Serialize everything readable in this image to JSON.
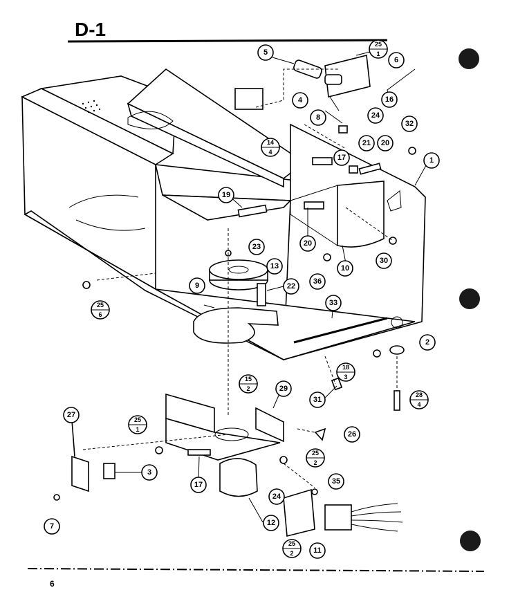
{
  "header": {
    "title": "D-1"
  },
  "footer": {
    "page_number": "6"
  },
  "callouts": {
    "c1": "1",
    "c2": "2",
    "c3": "3",
    "c4": "4",
    "c5": "5",
    "c6": "6",
    "c7": "7",
    "c8": "8",
    "c9": "9",
    "c10": "10",
    "c11": "11",
    "c12": "12",
    "c13": "13",
    "c16": "16",
    "c17a": "17",
    "c17b": "17",
    "c19": "19",
    "c20a": "20",
    "c20b": "20",
    "c21": "21",
    "c22": "22",
    "c23": "23",
    "c24a": "24",
    "c24b": "24",
    "c26": "26",
    "c27": "27",
    "c29": "29",
    "c30": "30",
    "c31": "31",
    "c32": "32",
    "c33": "33",
    "c35": "35",
    "c36": "36"
  },
  "fractions": {
    "f25_1_top": {
      "top": "25",
      "bottom": "1"
    },
    "f14_4": {
      "top": "14",
      "bottom": "4"
    },
    "f25_6": {
      "top": "25",
      "bottom": "6"
    },
    "f18_3": {
      "top": "18",
      "bottom": "3"
    },
    "f28_4": {
      "top": "28",
      "bottom": "4"
    },
    "f15_2": {
      "top": "15",
      "bottom": "2"
    },
    "f25_1_left": {
      "top": "25",
      "bottom": "1"
    },
    "f25_2_mid": {
      "top": "25",
      "bottom": "2"
    },
    "f25_2_bot": {
      "top": "25",
      "bottom": "2"
    }
  }
}
